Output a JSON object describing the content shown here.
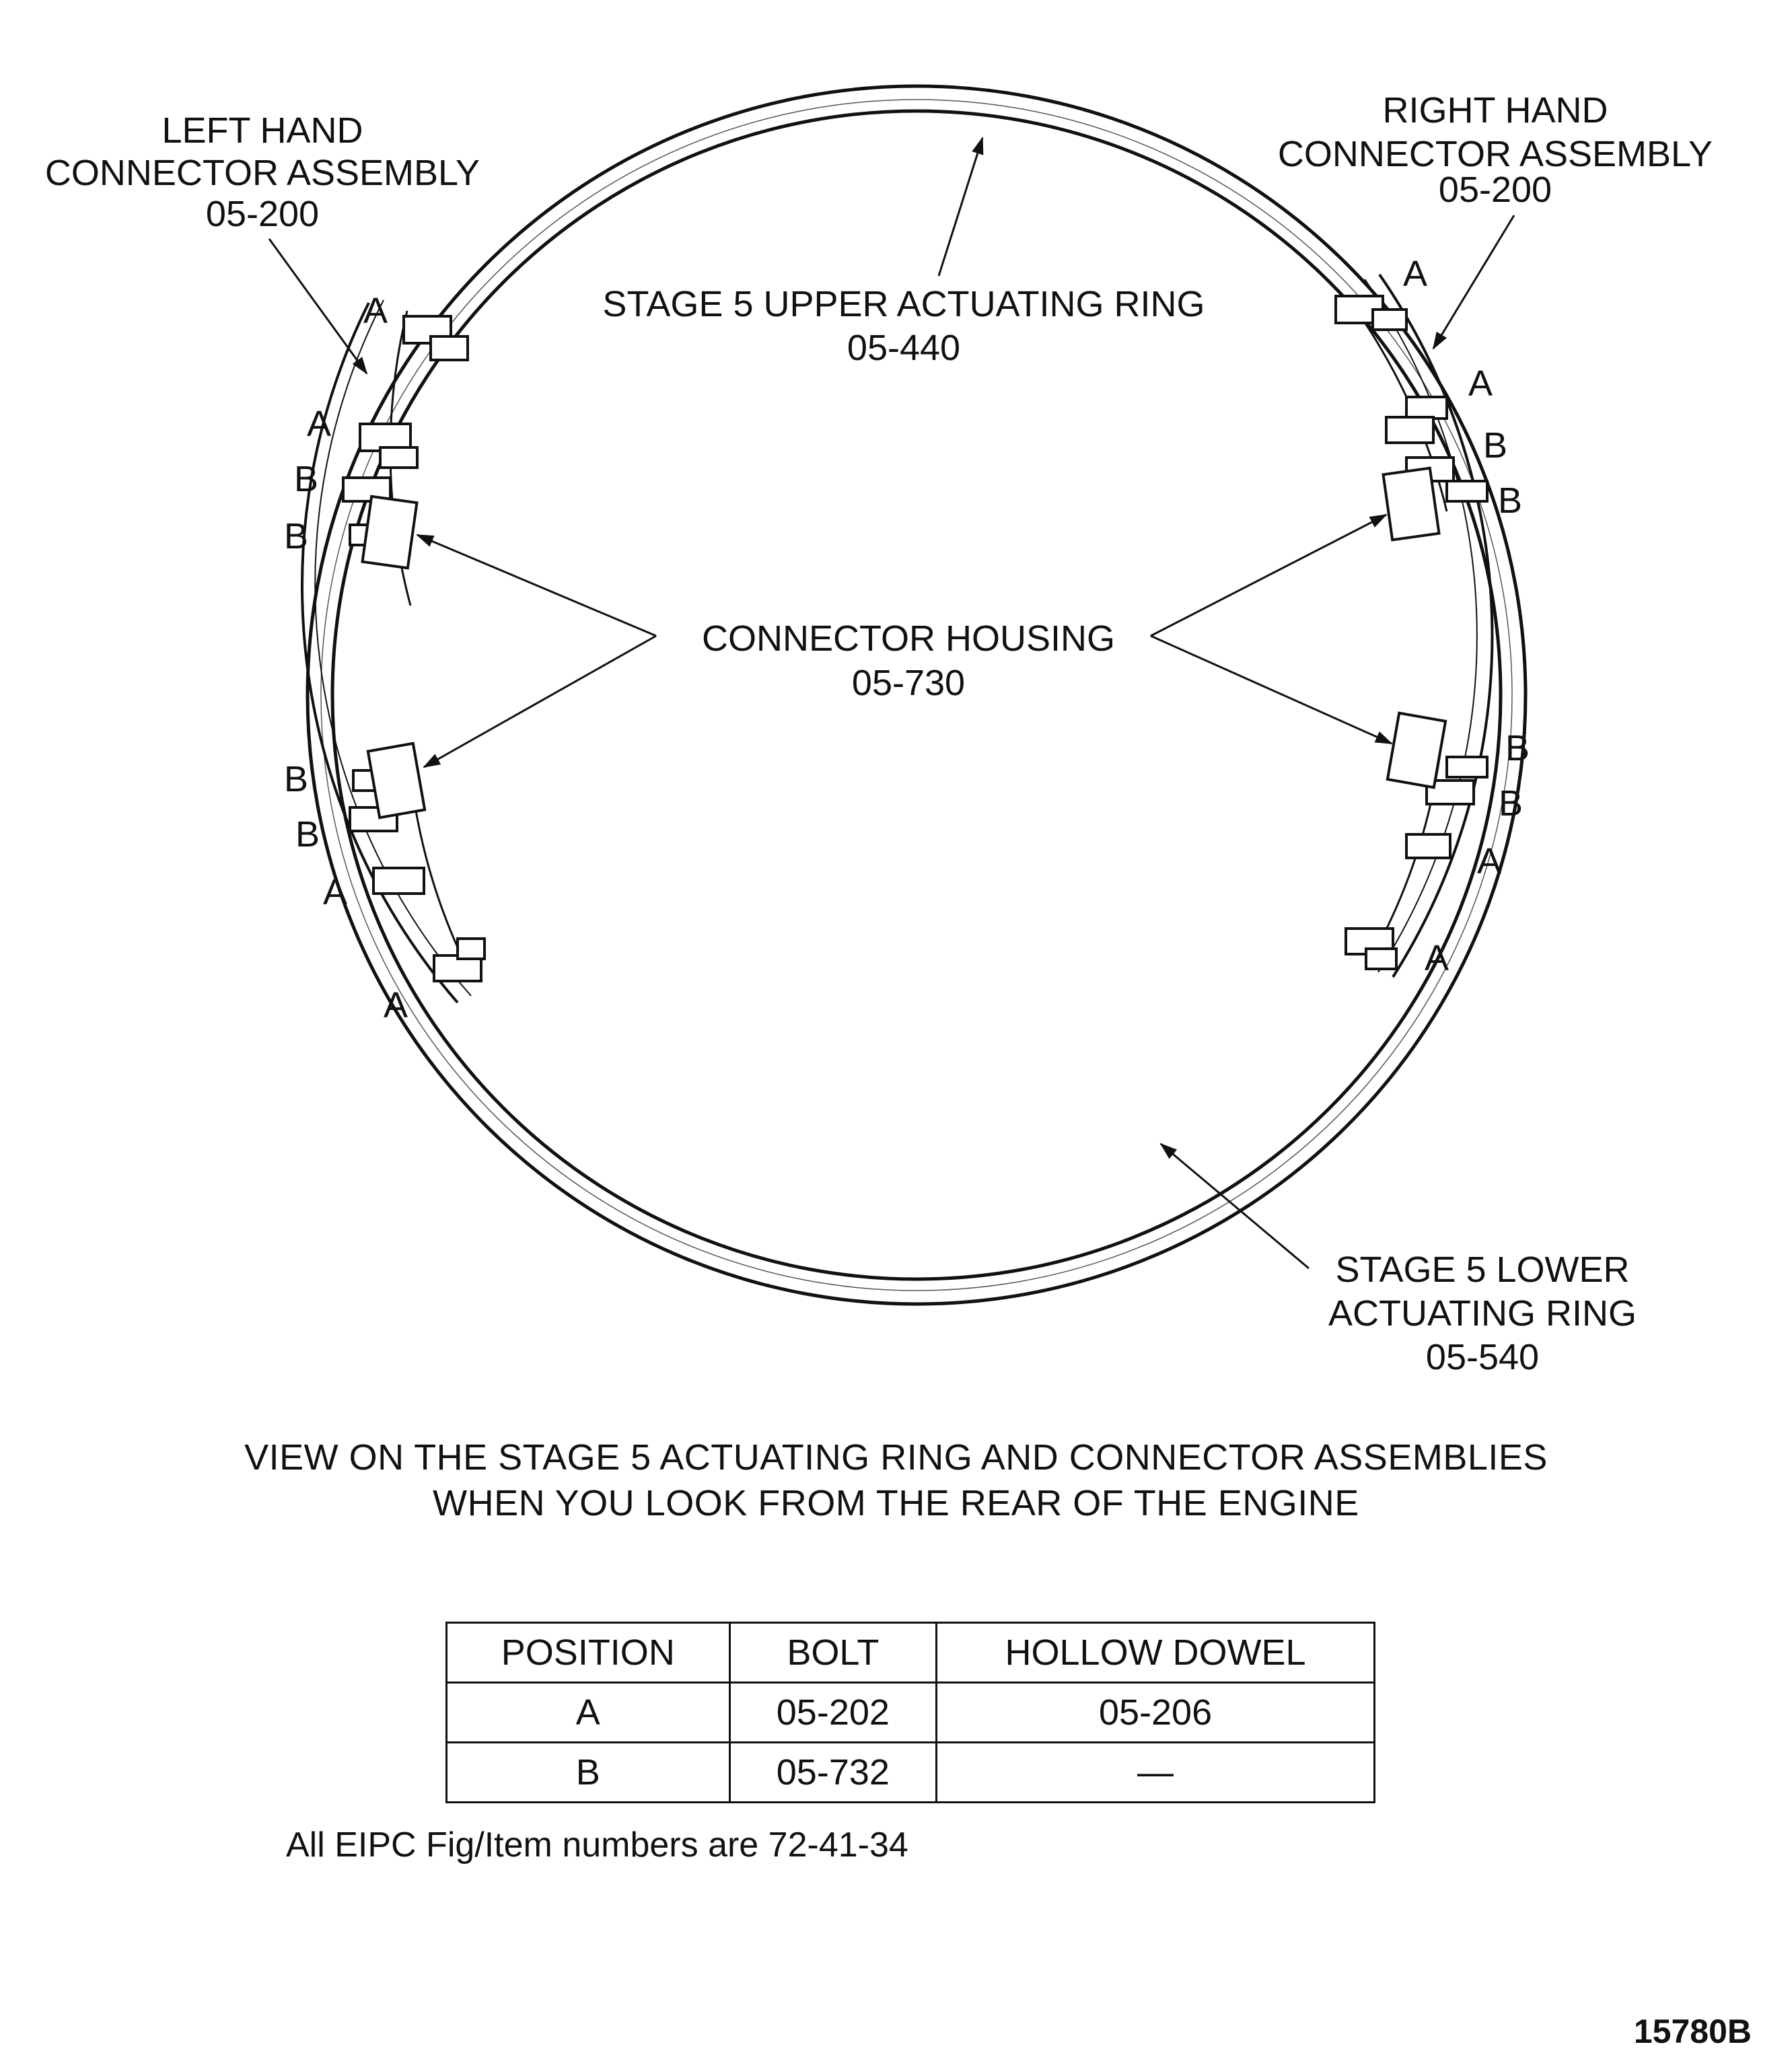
{
  "labels": {
    "left_connector": [
      "LEFT HAND",
      "CONNECTOR ASSEMBLY",
      "05-200"
    ],
    "right_connector": [
      "RIGHT HAND",
      "CONNECTOR ASSEMBLY",
      "05-200"
    ],
    "upper_ring": [
      "STAGE 5 UPPER ACTUATING RING",
      "05-440"
    ],
    "connector_housing": [
      "CONNECTOR HOUSING",
      "05-730"
    ],
    "lower_ring": [
      "STAGE 5  LOWER",
      "ACTUATING RING",
      "05-540"
    ]
  },
  "position_letters": {
    "left": [
      "A",
      "A",
      "B",
      "B",
      "B",
      "B",
      "A",
      "A"
    ],
    "right": [
      "A",
      "A",
      "B",
      "B",
      "B",
      "B",
      "A",
      "A"
    ]
  },
  "caption": [
    "VIEW ON THE STAGE 5 ACTUATING RING AND CONNECTOR ASSEMBLIES",
    "WHEN YOU LOOK FROM THE REAR OF THE ENGINE"
  ],
  "table": {
    "headers": [
      "POSITION",
      "BOLT",
      "HOLLOW DOWEL"
    ],
    "rows": [
      [
        "A",
        "05-202",
        "05-206"
      ],
      [
        "B",
        "05-732",
        "—"
      ]
    ]
  },
  "note": "All EIPC Fig/Item numbers are 72-41-34",
  "figure_number": "15780B"
}
